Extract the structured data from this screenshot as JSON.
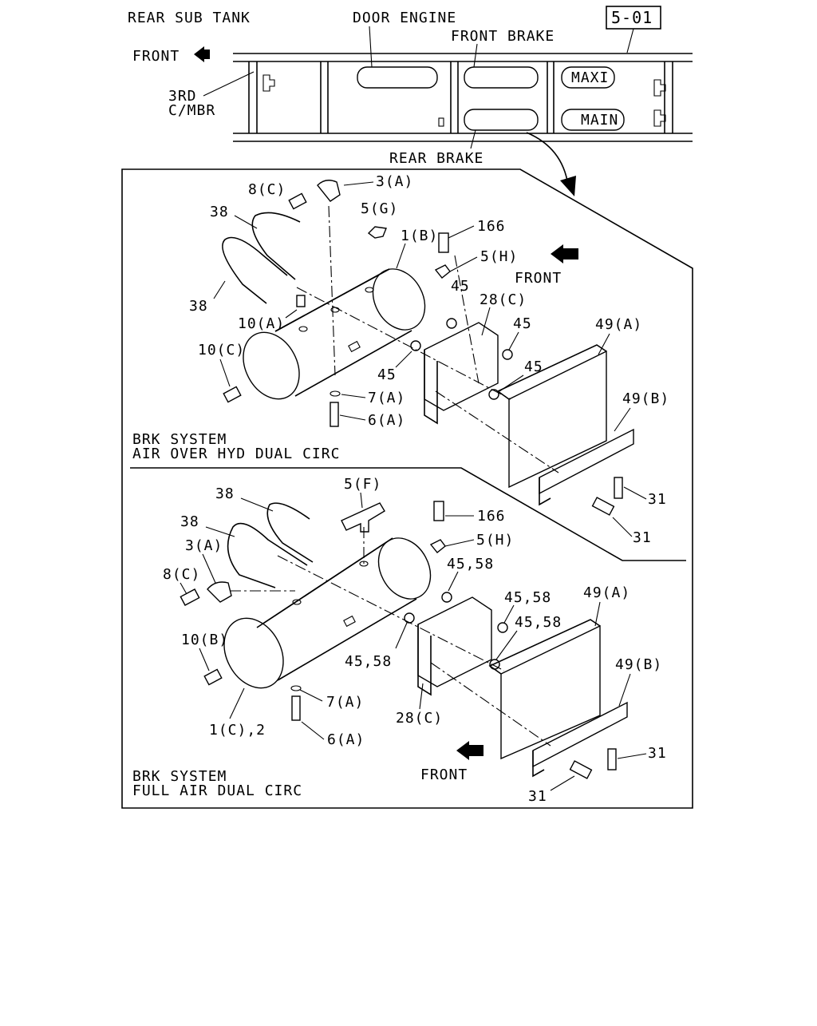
{
  "page_ref": "5-01",
  "overview": {
    "rear_sub_tank": "REAR SUB TANK",
    "door_engine": "DOOR ENGINE",
    "front_brake": "FRONT BRAKE",
    "front": "FRONT",
    "crossmember_line1": "3RD",
    "crossmember_line2": "C/MBR",
    "maxi": "MAXI",
    "main": "MAIN",
    "rear_brake": "REAR BRAKE"
  },
  "upper": {
    "front": "FRONT",
    "system_line1": "BRK SYSTEM",
    "system_line2": "AIR OVER HYD DUAL CIRC",
    "callouts": [
      "8(C)",
      "3(A)",
      "5(G)",
      "38",
      "1(B)",
      "166",
      "5(H)",
      "38",
      "45",
      "10(A)",
      "28(C)",
      "45",
      "49(A)",
      "10(C)",
      "45",
      "45",
      "7(A)",
      "49(B)",
      "6(A)",
      "31",
      "31"
    ]
  },
  "lower": {
    "front": "FRONT",
    "system_line1": "BRK SYSTEM",
    "system_line2": "FULL AIR DUAL CIRC",
    "callouts": [
      "5(F)",
      "38",
      "166",
      "38",
      "5(H)",
      "3(A)",
      "45,58",
      "8(C)",
      "45,58",
      "49(A)",
      "45,58",
      "10(B)",
      "45,58",
      "49(B)",
      "7(A)",
      "28(C)",
      "1(C),2",
      "6(A)",
      "31",
      "31"
    ]
  }
}
